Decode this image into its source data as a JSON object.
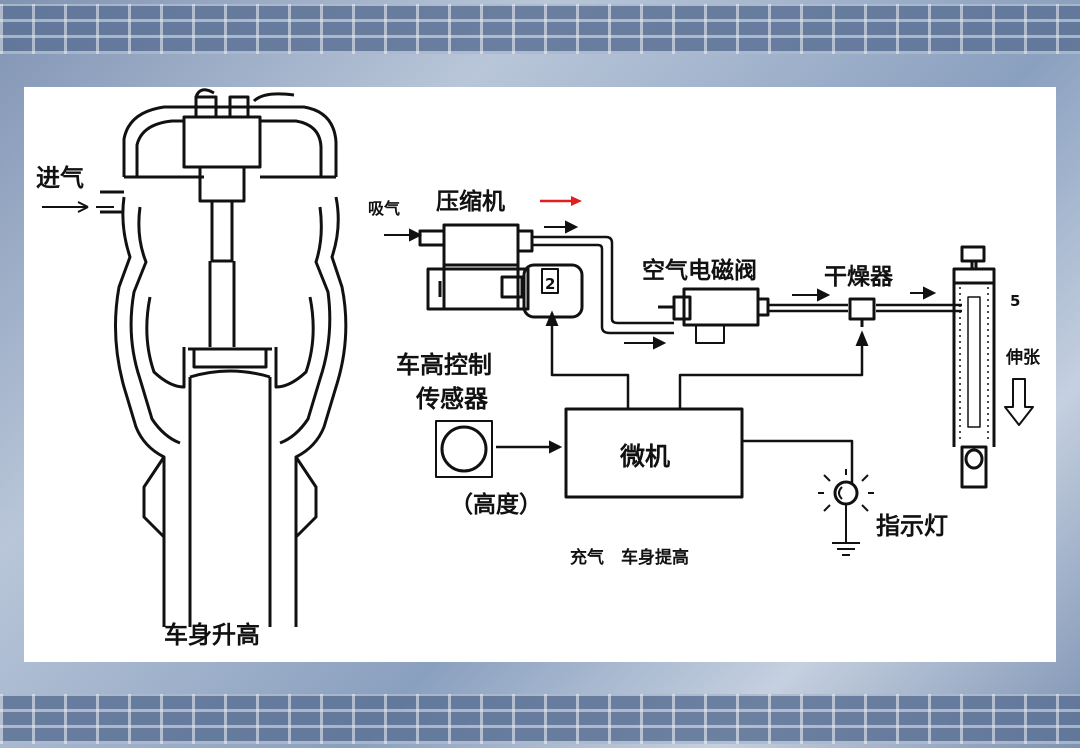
{
  "labels": {
    "intake": "进气",
    "suction": "吸气",
    "compressor": "压缩机",
    "air_solenoid_valve": "空气电磁阀",
    "dryer": "干燥器",
    "height_sensor_line1": "车高控制",
    "height_sensor_line2": "传感器",
    "height": "（高度）",
    "microcomputer": "微机",
    "indicator_lamp": "指示灯",
    "charge_lift": "充气　车身提高",
    "body_raise": "车身升高",
    "extend": "伸张",
    "num_2": "2",
    "num_5": "5"
  },
  "colors": {
    "accent_arrow": "#e02020",
    "line": "#111111",
    "background_band": "#5d7396"
  }
}
